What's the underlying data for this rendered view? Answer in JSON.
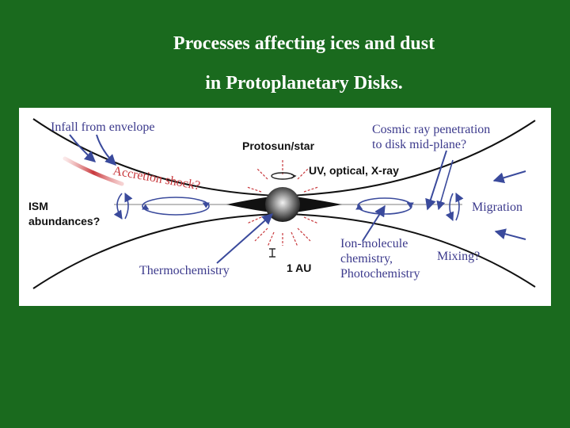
{
  "title": {
    "line1": "Processes affecting ices and dust",
    "line2": "in Protoplanetary Disks."
  },
  "diagram": {
    "labels": {
      "infall": "Infall from envelope",
      "protosun": "Protosun/star",
      "cosmic_line1": "Cosmic ray penetration",
      "cosmic_line2": "to disk mid-plane?",
      "accretion": "Accretion shock?",
      "radiation": "UV, optical, X-ray",
      "ism_line1": "ISM",
      "ism_line2": "abundances?",
      "migration": "Migration",
      "ion_line1": "Ion-molecule",
      "ion_line2": "chemistry,",
      "ion_line3": "Photochemistry",
      "mixing": "Mixing?",
      "thermo": "Thermochemistry",
      "au": "1 AU"
    },
    "colors": {
      "background": "#1a6a1e",
      "panel": "#ffffff",
      "label_blue": "#3c3a8c",
      "arrow_blue": "#3a4a9c",
      "accretion_red": "#c8383c",
      "disk_black": "#111111"
    }
  }
}
